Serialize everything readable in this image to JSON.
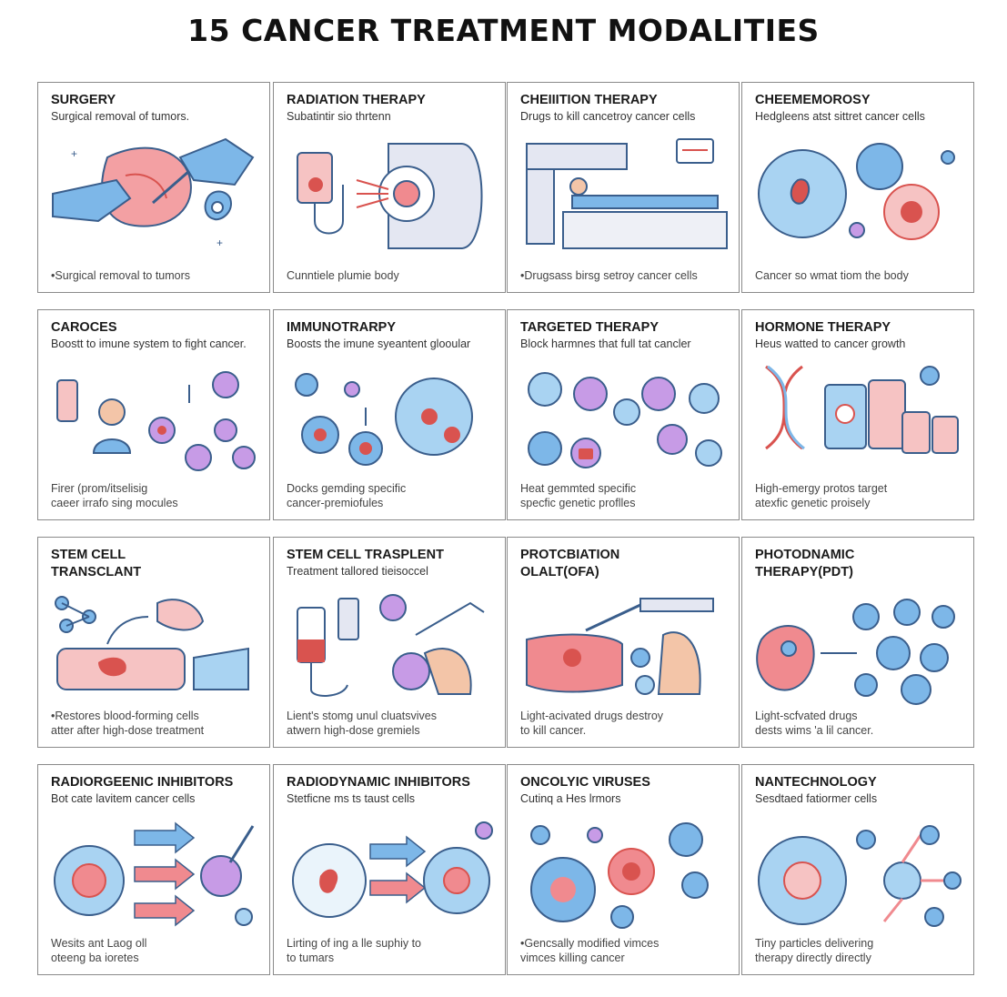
{
  "title": "15 CANCER TREATMENT MODALITIES",
  "colors": {
    "border": "#8a8a8a",
    "blue": "#7db7e8",
    "blue_dark": "#3a5e8c",
    "pink": "#f08a8f",
    "purple": "#c79be6",
    "red": "#d9534f"
  },
  "cards": [
    {
      "title": "SURGERY",
      "subtitle": "Surgical removal of tumors.",
      "caption": "•Surgical removal to tumors"
    },
    {
      "title": "RADIATION THERAPY",
      "subtitle": "Subatintir sio thrtenn",
      "caption": "Cunntiele plumie body"
    },
    {
      "title": "CHEIIITION THERAPY",
      "subtitle": "Drugs to kill cancetroy cancer cells",
      "caption": "•Drugsass birsg setroy cancer cells"
    },
    {
      "title": "CHEEMEMOROSY",
      "subtitle": "Hedgleens atst sittret cancer cells",
      "caption": "Cancer so wmat tiom the body"
    },
    {
      "title": "CAROCES",
      "subtitle": "Boostt to imune system to fight cancer.",
      "caption": "Firer (prom/itselisig\ncaeer irrafo sing mocules"
    },
    {
      "title": "IMMUNOTRARPY",
      "subtitle": "Boosts the imune syeantent glooular",
      "caption": "Docks gemding specific\ncancer-premiofules"
    },
    {
      "title": "TARGETED THERAPY",
      "subtitle": "Block harmnes that full tat cancler",
      "caption": "Heat gemmted specific\nspecfic genetic proflles"
    },
    {
      "title": "HORMONE THERAPY",
      "subtitle": "Heus watted to cancer growth",
      "caption": "High-emergy protos target\natexfic genetic proisely"
    },
    {
      "title": "STEM CELL\nTRANSCLANT",
      "subtitle": "",
      "caption": "•Restores blood-forming cells\natter after high-dose treatment"
    },
    {
      "title": "STEM CELL TRASPLENT",
      "subtitle": "Treatment tallored tieisoccel",
      "caption": "Lient's stomg unul cluatsvives\natwern high-dose gremiels"
    },
    {
      "title": "PROTCBIATION\nOLALT(OFA)",
      "subtitle": "",
      "caption": "Light-acivated drugs destroy\nto kill cancer."
    },
    {
      "title": "PHOTODNAMIC\nTHERAPY(PDT)",
      "subtitle": "",
      "caption": "Light-scfvated drugs\ndests wims 'a lil cancer."
    },
    {
      "title": "RADIORGEENIC INHIBITORS",
      "subtitle": "Bot cate lavitem cancer cells",
      "caption": "Wesits ant Laog oll\noteeng ba ioretes"
    },
    {
      "title": "RADIODYNAMIC INHIBITORS",
      "subtitle": "Stetficne ms ts taust cells",
      "caption": "Lirting of ing a lle suphiy to\nto tumars"
    },
    {
      "title": "ONCOLYIC VIRUSES",
      "subtitle": "Cutinq a Hes lrmors",
      "caption": "•Gencsally modified vimces\nvimces killing cancer"
    },
    {
      "title": "NANTECHNOLOGY",
      "subtitle": "Sesdtaed fatiormer cells",
      "caption": "Tiny particles delivering\ntherapy directly directly"
    }
  ]
}
